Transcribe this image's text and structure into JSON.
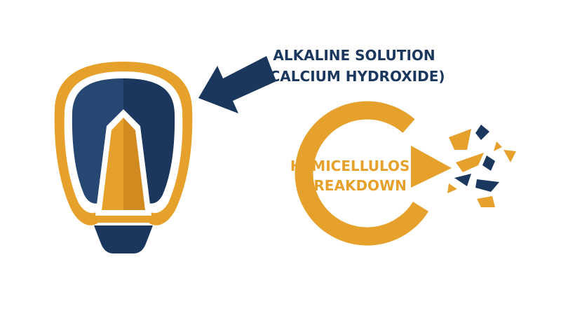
{
  "colors": {
    "navy": "#1b375e",
    "navy_light": "#254771",
    "gold": "#e5a12c",
    "gold_dark": "#d18a1f",
    "white": "#ffffff"
  },
  "labels": {
    "alkaline_line1": "ALKALINE SOLUTION",
    "alkaline_line2": "(CALCIUM HYDROXIDE)",
    "breakdown_line1": "HEMICELLULOSE",
    "breakdown_line2": "BREAKDOWN"
  },
  "icons": {
    "grain_shield": "corn-kernel-shield-icon",
    "arrow": "arrow-pointing-left-icon",
    "breakdown_cycle": "circular-arrow-breakdown-icon",
    "fragments": "shattered-fragments-icon"
  }
}
